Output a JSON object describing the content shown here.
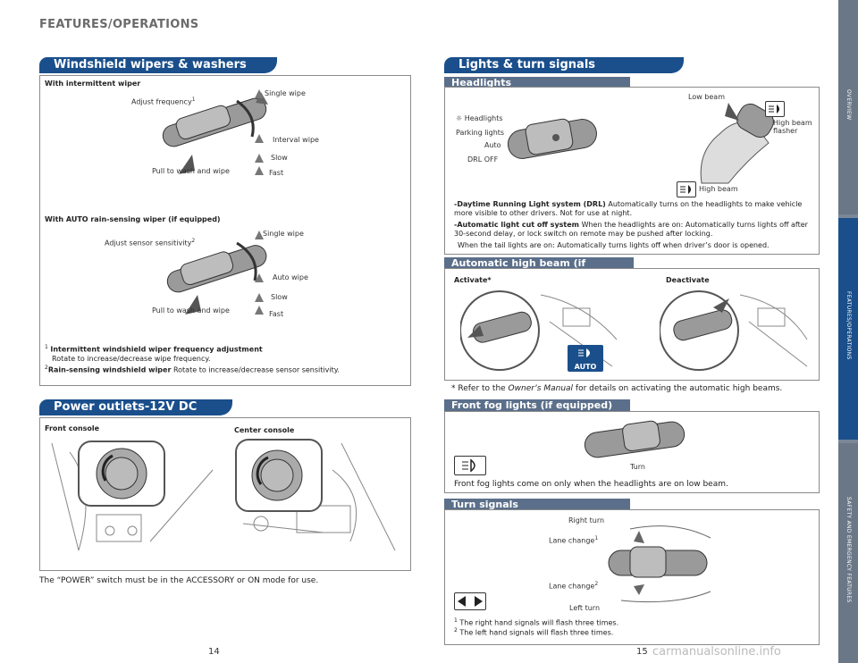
{
  "header": {
    "title": "FEATURES/OPERATIONS"
  },
  "sidebar": {
    "tabs": [
      "OVERVIEW",
      "FEATURES/OPERATIONS",
      "SAFETY AND EMERGENCY FEATURES"
    ],
    "active": "FEATURES/OPERATIONS"
  },
  "wipers": {
    "title": "Windshield wipers & washers",
    "intermittent": {
      "heading": "With intermittent wiper",
      "adjust": "Adjust frequency",
      "adjust_sup": "1",
      "single": "Single wipe",
      "interval": "Interval wipe",
      "slow": "Slow",
      "fast": "Fast",
      "pull": "Pull to wash and wipe"
    },
    "auto": {
      "heading": "With AUTO rain-sensing wiper (if equipped)",
      "adjust": "Adjust sensor sensitivity",
      "adjust_sup": "2",
      "single": "Single wipe",
      "auto": "Auto wipe",
      "slow": "Slow",
      "fast": "Fast",
      "pull": "Pull to wash and wipe"
    },
    "notes": [
      {
        "num": "1",
        "bold": "Intermittent windshield wiper frequency adjustment",
        "text": "Rotate to increase/decrease wipe frequency."
      },
      {
        "num": "2",
        "bold": "Rain-sensing windshield wiper",
        "text": "Rotate to increase/decrease sensor sensitivity."
      }
    ]
  },
  "power": {
    "title": "Power outlets-12V DC",
    "front": "Front console",
    "center": "Center console",
    "note": "The “POWER” switch must be in the ACCESSORY or ON mode for use."
  },
  "lights": {
    "title": "Lights & turn signals",
    "headlights": {
      "subtitle": "Headlights",
      "low_beam": "Low beam",
      "high_flasher": "High beam flasher",
      "high_beam": "High beam",
      "labels": [
        "Headlights",
        "Parking lights",
        "Auto",
        "DRL OFF"
      ],
      "bullets": [
        {
          "bold": "-Daytime Running Light system (DRL)",
          "text": "Automatically turns on the headlights to make vehicle more visible to other drivers. Not for use at night."
        },
        {
          "bold": "-Automatic light cut off system",
          "text": "When the headlights are on: Automatically turns lights off after 30-second delay, or lock switch on remote may be pushed after locking."
        },
        {
          "bold": "",
          "text": "When the tail lights are on: Automatically turns lights off when driver’s door is opened."
        }
      ]
    },
    "auto_high_beam": {
      "subtitle": "Automatic high beam (if equipped)",
      "activate": "Activate*",
      "deactivate": "Deactivate",
      "auto_badge": "AUTO",
      "note_prefix": "* Refer to the ",
      "note_italic": "Owner’s Manual",
      "note_suffix": " for details on activating the automatic high beams."
    },
    "fog": {
      "subtitle": "Front fog lights (if equipped)",
      "turn": "Turn",
      "note": "Front fog lights come on only when the headlights are on low beam."
    },
    "turn_signals": {
      "subtitle": "Turn signals",
      "right_turn": "Right turn",
      "lane_change1": "Lane change",
      "lane_change2": "Lane change",
      "left_turn": "Left turn",
      "notes": [
        {
          "num": "1",
          "text": "The right hand signals will flash three times."
        },
        {
          "num": "2",
          "text": "The left hand signals will flash three times."
        }
      ]
    }
  },
  "pages": {
    "left": "14",
    "right": "15"
  },
  "watermark": "carmanualsonline.info",
  "colors": {
    "band": "#1a4f8b",
    "subband": "#5b6f8a",
    "sidebar": "#7a8796"
  }
}
